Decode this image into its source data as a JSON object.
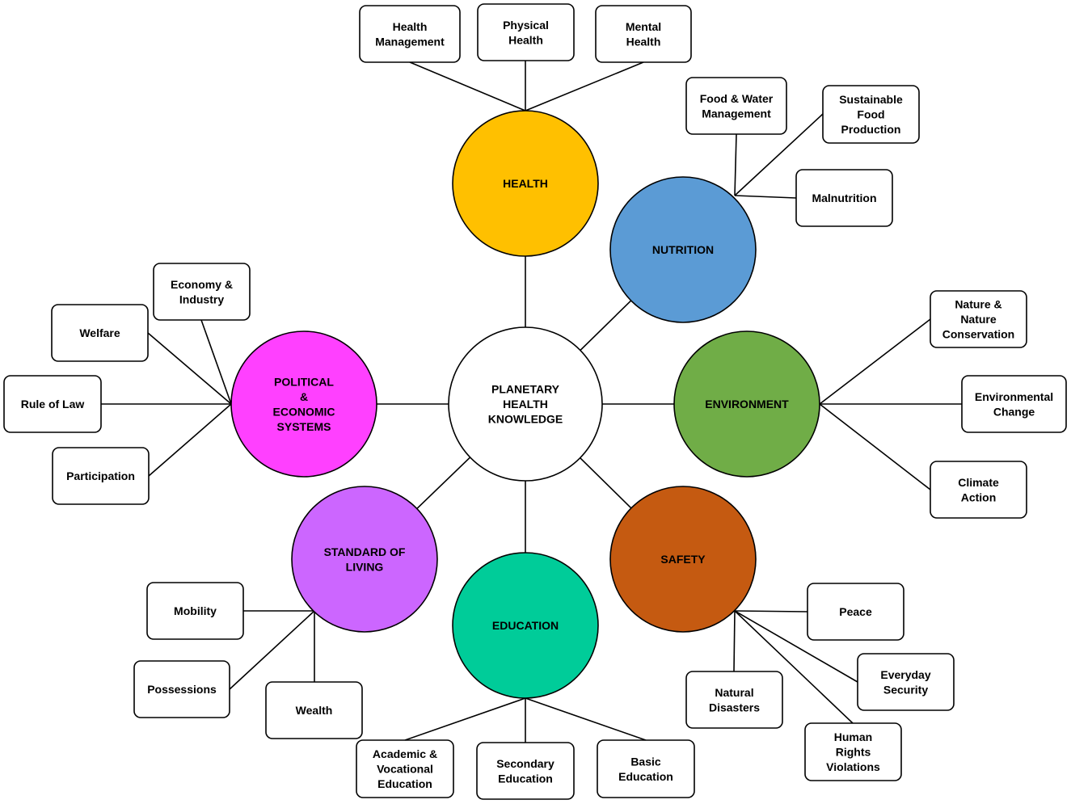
{
  "center": {
    "label": [
      "PLANETARY",
      "HEALTH",
      "KNOWLEDGE"
    ],
    "color": "#FFFFFF"
  },
  "hubs": [
    {
      "id": "health",
      "label": [
        "HEALTH"
      ],
      "color": "#FFC000",
      "leaves": [
        {
          "id": "health-management",
          "label": [
            "Health",
            "Management"
          ]
        },
        {
          "id": "physical-health",
          "label": [
            "Physical",
            "Health"
          ]
        },
        {
          "id": "mental-health",
          "label": [
            "Mental",
            "Health"
          ]
        }
      ]
    },
    {
      "id": "nutrition",
      "label": [
        "NUTRITION"
      ],
      "color": "#5B9BD5",
      "leaves": [
        {
          "id": "food-water-management",
          "label": [
            "Food & Water",
            "Management"
          ]
        },
        {
          "id": "sustainable-food-production",
          "label": [
            "Sustainable",
            "Food",
            "Production"
          ]
        },
        {
          "id": "malnutrition",
          "label": [
            "Malnutrition"
          ]
        }
      ]
    },
    {
      "id": "environment",
      "label": [
        "ENVIRONMENT"
      ],
      "color": "#70AD47",
      "leaves": [
        {
          "id": "nature-conservation",
          "label": [
            "Nature &",
            "Nature",
            "Conservation"
          ]
        },
        {
          "id": "environmental-change",
          "label": [
            "Environmental",
            "Change"
          ]
        },
        {
          "id": "climate-action",
          "label": [
            "Climate",
            "Action"
          ]
        }
      ]
    },
    {
      "id": "safety",
      "label": [
        "SAFETY"
      ],
      "color": "#C55A11",
      "leaves": [
        {
          "id": "peace",
          "label": [
            "Peace"
          ]
        },
        {
          "id": "everyday-security",
          "label": [
            "Everyday",
            "Security"
          ]
        },
        {
          "id": "human-rights-violations",
          "label": [
            "Human",
            "Rights",
            "Violations"
          ]
        },
        {
          "id": "natural-disasters",
          "label": [
            "Natural",
            "Disasters"
          ]
        }
      ]
    },
    {
      "id": "education",
      "label": [
        "EDUCATION"
      ],
      "color": "#00CC99",
      "leaves": [
        {
          "id": "academic-vocational-education",
          "label": [
            "Academic &",
            "Vocational",
            "Education"
          ]
        },
        {
          "id": "secondary-education",
          "label": [
            "Secondary",
            "Education"
          ]
        },
        {
          "id": "basic-education",
          "label": [
            "Basic",
            "Education"
          ]
        }
      ]
    },
    {
      "id": "standard-of-living",
      "label": [
        "STANDARD OF",
        "LIVING"
      ],
      "color": "#CC66FF",
      "leaves": [
        {
          "id": "mobility",
          "label": [
            "Mobility"
          ]
        },
        {
          "id": "possessions",
          "label": [
            "Possessions"
          ]
        },
        {
          "id": "wealth",
          "label": [
            "Wealth"
          ]
        }
      ]
    },
    {
      "id": "political-economic-systems",
      "label": [
        "POLITICAL",
        "&",
        "ECONOMIC",
        "SYSTEMS"
      ],
      "color": "#FF40FF",
      "leaves": [
        {
          "id": "economy-industry",
          "label": [
            "Economy &",
            "Industry"
          ]
        },
        {
          "id": "welfare",
          "label": [
            "Welfare"
          ]
        },
        {
          "id": "rule-of-law",
          "label": [
            "Rule of Law"
          ]
        },
        {
          "id": "participation",
          "label": [
            "Participation"
          ]
        }
      ]
    }
  ]
}
